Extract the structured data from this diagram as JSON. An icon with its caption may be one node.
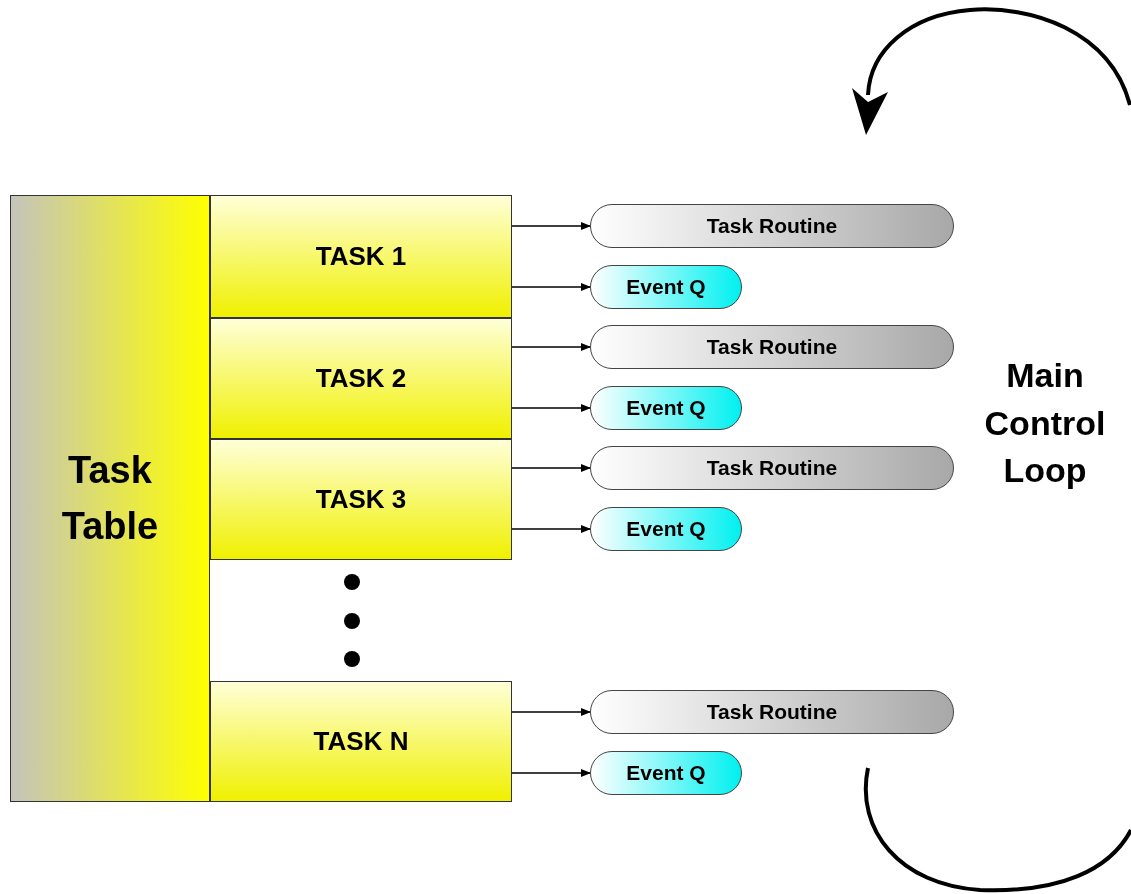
{
  "diagram": {
    "nodes": [
      {
        "text": [
          "Task Table"
        ]
      },
      {
        "text": [
          "TASK 1"
        ]
      },
      {
        "text": [
          "TASK 2"
        ]
      },
      {
        "text": [
          "TASK 3"
        ]
      },
      {
        "text": [
          "TASK N"
        ]
      },
      {
        "text": [
          "Task Routine"
        ]
      },
      {
        "text": [
          "Event Q"
        ]
      },
      {
        "text": [
          "Task Routine"
        ]
      },
      {
        "text": [
          "Event Q"
        ]
      },
      {
        "text": [
          "Task Routine"
        ]
      },
      {
        "text": [
          "Event Q"
        ]
      },
      {
        "text": [
          "Task Routine"
        ]
      },
      {
        "text": [
          "Event Q"
        ]
      }
    ],
    "edges": [
      {
        "from": 1,
        "to": 5,
        "arrow": "to"
      },
      {
        "from": 1,
        "to": 6,
        "arrow": "to"
      },
      {
        "from": 2,
        "to": 7,
        "arrow": "to"
      },
      {
        "from": 2,
        "to": 8,
        "arrow": "to"
      },
      {
        "from": 3,
        "to": 9,
        "arrow": "to"
      },
      {
        "from": 3,
        "to": 10,
        "arrow": "to"
      },
      {
        "from": 4,
        "to": 11,
        "arrow": "to"
      },
      {
        "from": 4,
        "to": 12,
        "arrow": "to"
      }
    ],
    "labels": [
      "Main Control Loop"
    ]
  }
}
